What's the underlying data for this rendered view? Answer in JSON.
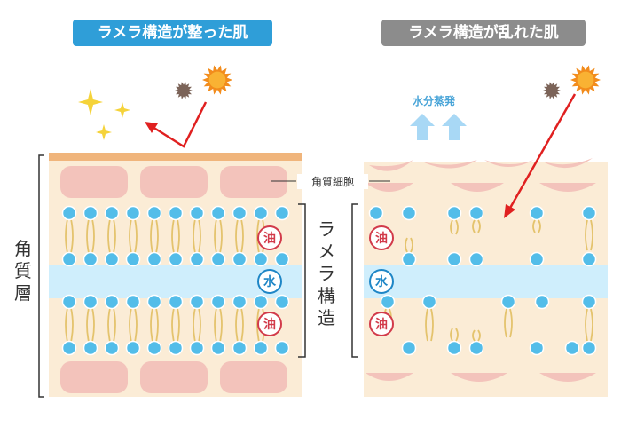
{
  "colors": {
    "badge_left": "#2f9ed8",
    "badge_right": "#8c8c8c",
    "skin_bg": "#fbecd6",
    "cell": "#f3c3bb",
    "surface": "#f0b57c",
    "water_band": "#cfeefc",
    "head": "#53bde9",
    "tail": "#e4c36d",
    "oil": "#d23a4a",
    "water": "#1e86c6",
    "arrow": "#e02020",
    "evap": "#a8d8f5"
  },
  "title_left": "ラメラ構造が整った肌",
  "title_right": "ラメラ構造が乱れた肌",
  "side_label": "角質層",
  "mid_label": "ラメラ構造",
  "cell_label": "角質細胞",
  "evap_label": "水分蒸発",
  "oil": "油",
  "water": "水",
  "icons": [
    "sun-icon",
    "sparkle-icon",
    "reflect-arrow-icon",
    "penetrate-arrow-icon",
    "evaporation-arrow-icon"
  ]
}
